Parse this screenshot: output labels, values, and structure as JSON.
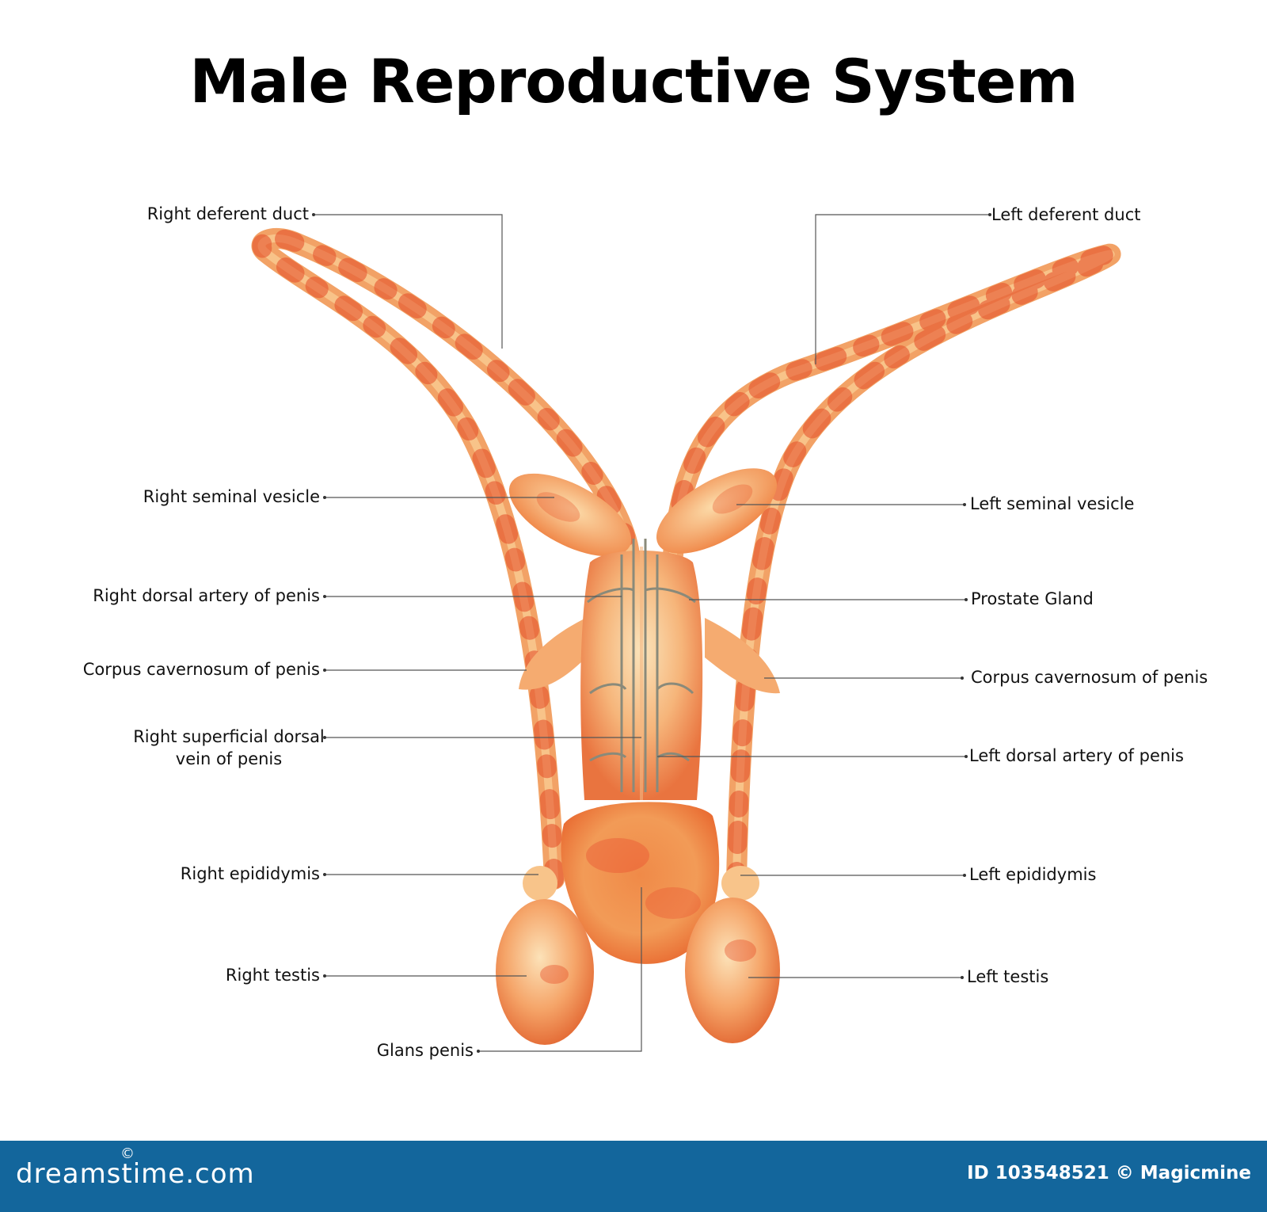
{
  "title": "Male Reproductive System",
  "labels": {
    "right_deferent_duct": "Right deferent duct",
    "left_deferent_duct": "Left deferent duct",
    "right_seminal_vesicle": "Right seminal vesicle",
    "left_seminal_vesicle": "Left seminal vesicle",
    "right_dorsal_artery": "Right dorsal artery of penis",
    "prostate_gland": "Prostate Gland",
    "corpus_cavernosum_left_side": "Corpus cavernosum of penis",
    "corpus_cavernosum_right_side": "Corpus cavernosum of penis",
    "right_superficial_dorsal_vein_line1": "Right superficial dorsal",
    "right_superficial_dorsal_vein_line2": "vein of penis",
    "left_dorsal_artery": "Left dorsal artery of penis",
    "right_epididymis": "Right epididymis",
    "left_epididymis": "Left epididymis",
    "right_testis": "Right testis",
    "left_testis": "Left testis",
    "glans_penis": "Glans penis"
  },
  "footer": {
    "brand": "dreamstime.com",
    "brand_mark": "©",
    "credit": "ID 103548521 © Magicmine"
  },
  "colors": {
    "organ_base": "#f6b077",
    "organ_dark": "#e8512b",
    "organ_light": "#fbe2b7",
    "leader_line": "#555555",
    "footer_bg": "#13669c"
  }
}
